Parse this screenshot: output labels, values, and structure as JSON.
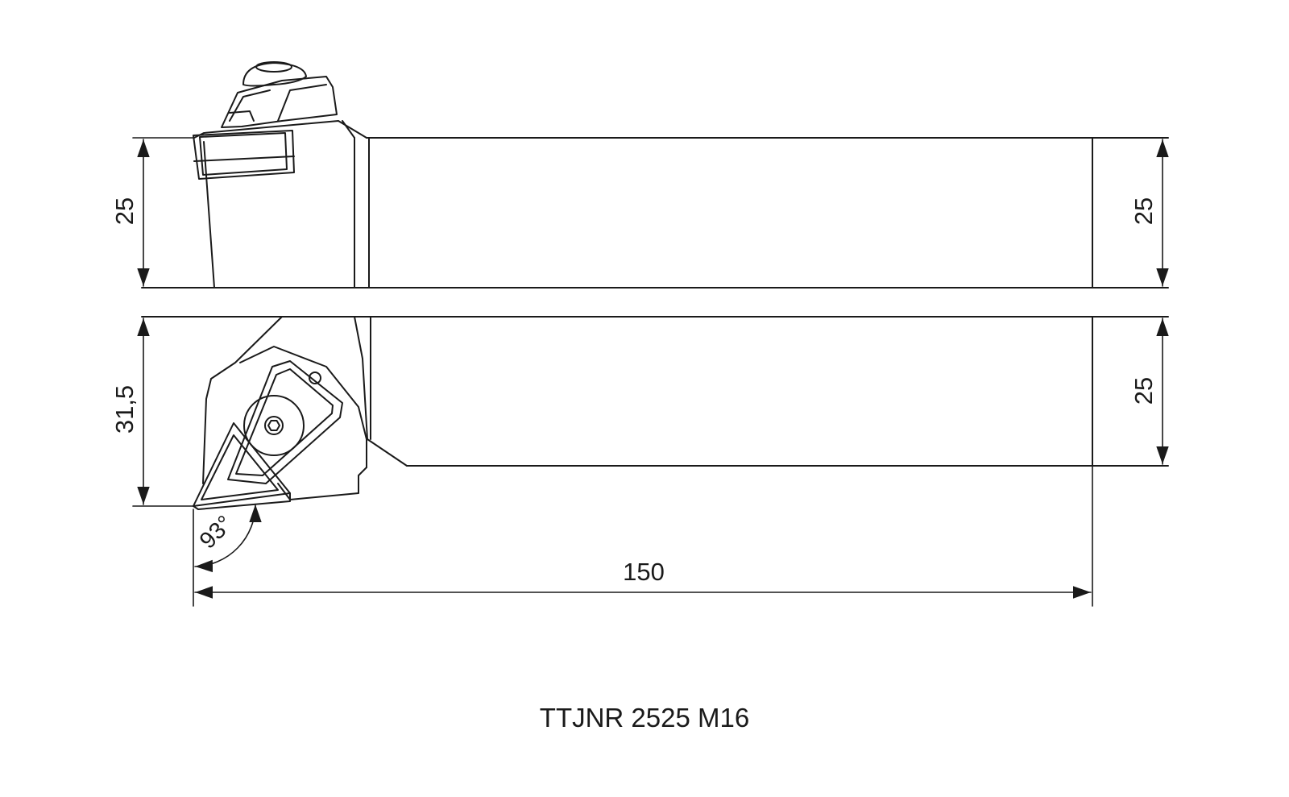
{
  "dimensions": {
    "side_height_left": "25",
    "side_height_right": "25",
    "top_width_left": "31,5",
    "top_width_right": "25",
    "overall_length": "150",
    "approach_angle": "93°"
  },
  "caption": "TTJNR 2525 M16",
  "colors": {
    "line": "#1a1a1a",
    "background": "#ffffff"
  }
}
